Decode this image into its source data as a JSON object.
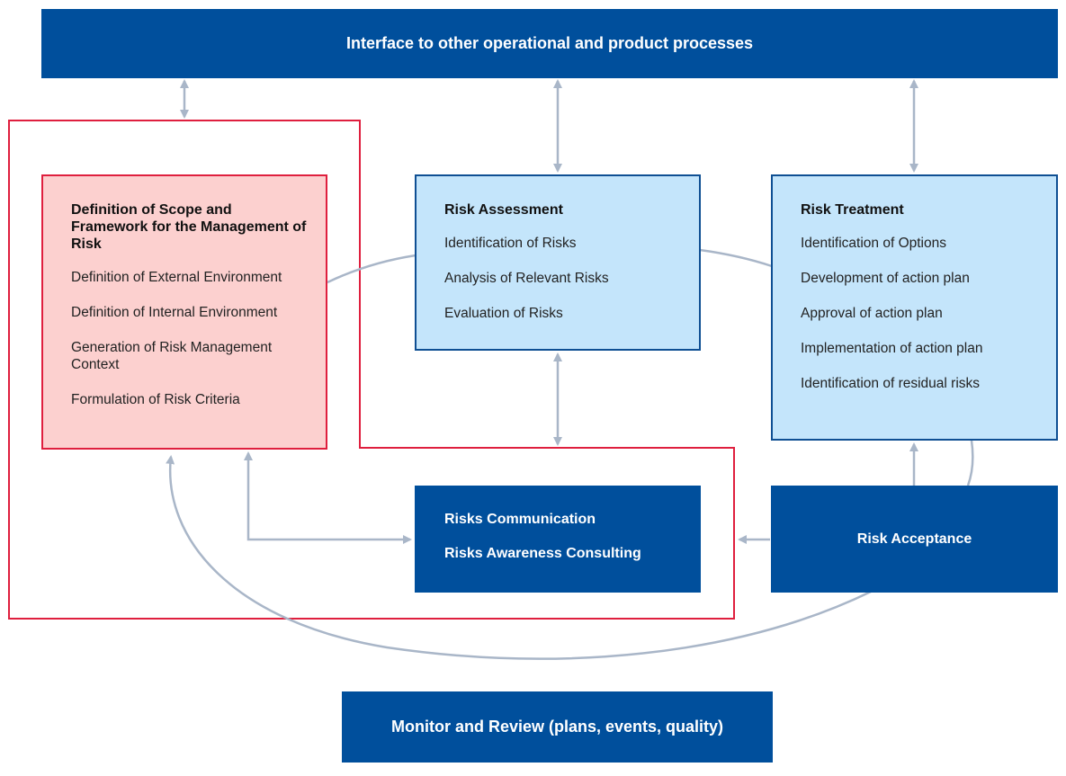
{
  "interface_banner": {
    "label": "Interface to other operational and product processes"
  },
  "scope_box": {
    "title": "Definition of Scope and Framework for the Management of Risk",
    "items": [
      "Definition of External Environment",
      "Definition of Internal Environment",
      "Generation of Risk Management Context",
      "Formulation of Risk Criteria"
    ]
  },
  "assessment_box": {
    "title": "Risk Assessment",
    "items": [
      "Identification of Risks",
      "Analysis of Relevant Risks",
      "Evaluation of Risks"
    ]
  },
  "treatment_box": {
    "title": "Risk Treatment",
    "items": [
      "Identification of Options",
      "Development of action plan",
      "Approval of action plan",
      "Implementation of action plan",
      "Identification of residual risks"
    ]
  },
  "communication_box": {
    "lines": [
      "Risks Communication",
      "Risks Awareness Consulting"
    ]
  },
  "acceptance_box": {
    "label": "Risk Acceptance"
  },
  "monitor_banner": {
    "label": "Monitor and Review (plans, events, quality)"
  },
  "colors": {
    "dark_blue": "#004f9c",
    "light_blue": "#c4e5fb",
    "pink": "#fcd0cf",
    "red_outline": "#df1f3e",
    "connector_gray": "#a9b6c8"
  }
}
